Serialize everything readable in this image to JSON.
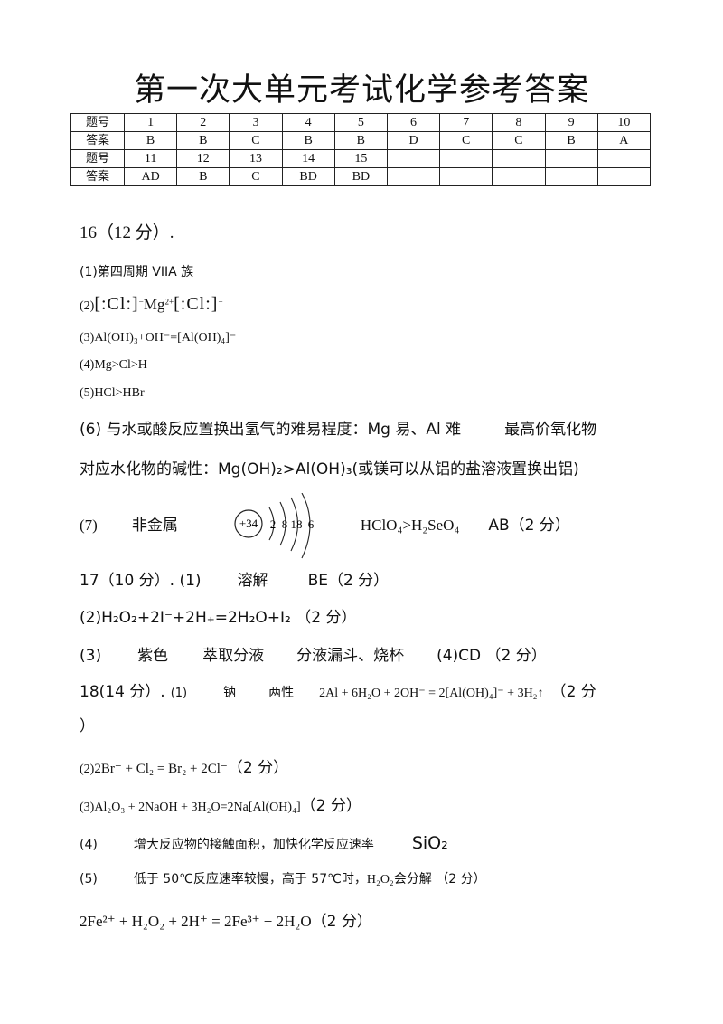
{
  "title": "第一次大单元考试化学参考答案",
  "answer_table": {
    "rows": [
      [
        "题号",
        "1",
        "2",
        "3",
        "4",
        "5",
        "6",
        "7",
        "8",
        "9",
        "10"
      ],
      [
        "答案",
        "B",
        "B",
        "C",
        "B",
        "B",
        "D",
        "C",
        "C",
        "B",
        "A"
      ],
      [
        "题号",
        "11",
        "12",
        "13",
        "14",
        "15",
        "",
        "",
        "",
        "",
        ""
      ],
      [
        "答案",
        "AD",
        "B",
        "C",
        "BD",
        "BD",
        "",
        "",
        "",
        "",
        ""
      ]
    ]
  },
  "q16": {
    "heading": "16（12 分）.",
    "p1": "(1)第四周期 VIIA 族",
    "p2_prefix": "(2)",
    "p2_lewis_left": "[:Cl:]",
    "p2_mg": "Mg",
    "p2_mg_charge": "2+",
    "p2_lewis_right": "[:Cl:]",
    "p2_minus": "−",
    "p3": "(3)Al(OH)₃+OH⁻=[Al(OH)₄]⁻",
    "p4": "(4)Mg>Cl>H",
    "p5": "(5)HCl>HBr",
    "p6_a": "(6) 与水或酸反应置换出氢气的难易程度：Mg 易、Al 难",
    "p6_b": "最高价氧化物",
    "p6_c": "对应水化物的碱性：Mg(OH)₂>Al(OH)₃(或镁可以从铝的盐溶液置换出铝)",
    "p7_label": "(7)",
    "p7_type": "非金属",
    "p7_nucleus": "+34",
    "p7_shells": [
      "2",
      "8",
      "18",
      "6"
    ],
    "p7_acid": "HClO₄>H₂SeO₄",
    "p7_ans": "AB（2 分）"
  },
  "q17": {
    "l1_head": "17（10 分）. (1)",
    "l1_a": "溶解",
    "l1_b": "BE（2 分）",
    "l2": "(2)H₂O₂+2I⁻+2H₊=2H₂O+I₂ （2 分）",
    "l3_a": "(3)",
    "l3_b": "紫色",
    "l3_c": "萃取分液",
    "l3_d": "分液漏斗、烧杯",
    "l3_e": "(4)CD （2 分）"
  },
  "q18": {
    "l1_head": "18(14 分）.",
    "l1_num": "(1)",
    "l1_a": "钠",
    "l1_b": "两性",
    "l1_eq": "2Al + 6H₂O + 2OH⁻ = 2[Al(OH)₄]⁻ + 3H₂↑",
    "l1_score": "（2 分",
    "l1_close": "）",
    "l2_num": "(2)",
    "l2_eq": "2Br⁻ + Cl₂ = Br₂ + 2Cl⁻",
    "l2_score": "（2 分）",
    "l3_num": "(3)",
    "l3_eq": "Al₂O₃ + 2NaOH + 3H₂O=2Na[Al(OH)₄]",
    "l3_score": "（2 分）",
    "l4_num": "(4)",
    "l4_text": "增大反应物的接触面积，加快化学反应速率",
    "l4_formula": "SiO₂",
    "l5_num": "(5)",
    "l5_text": "低于 50℃反应速率较慢，高于 57℃时，",
    "l5_formula": "H₂O₂",
    "l5_tail": "会分解 （2 分）",
    "l6_eq": "2Fe²⁺ + H₂O₂ + 2H⁺ = 2Fe³⁺ + 2H₂O",
    "l6_score": "（2 分）"
  }
}
